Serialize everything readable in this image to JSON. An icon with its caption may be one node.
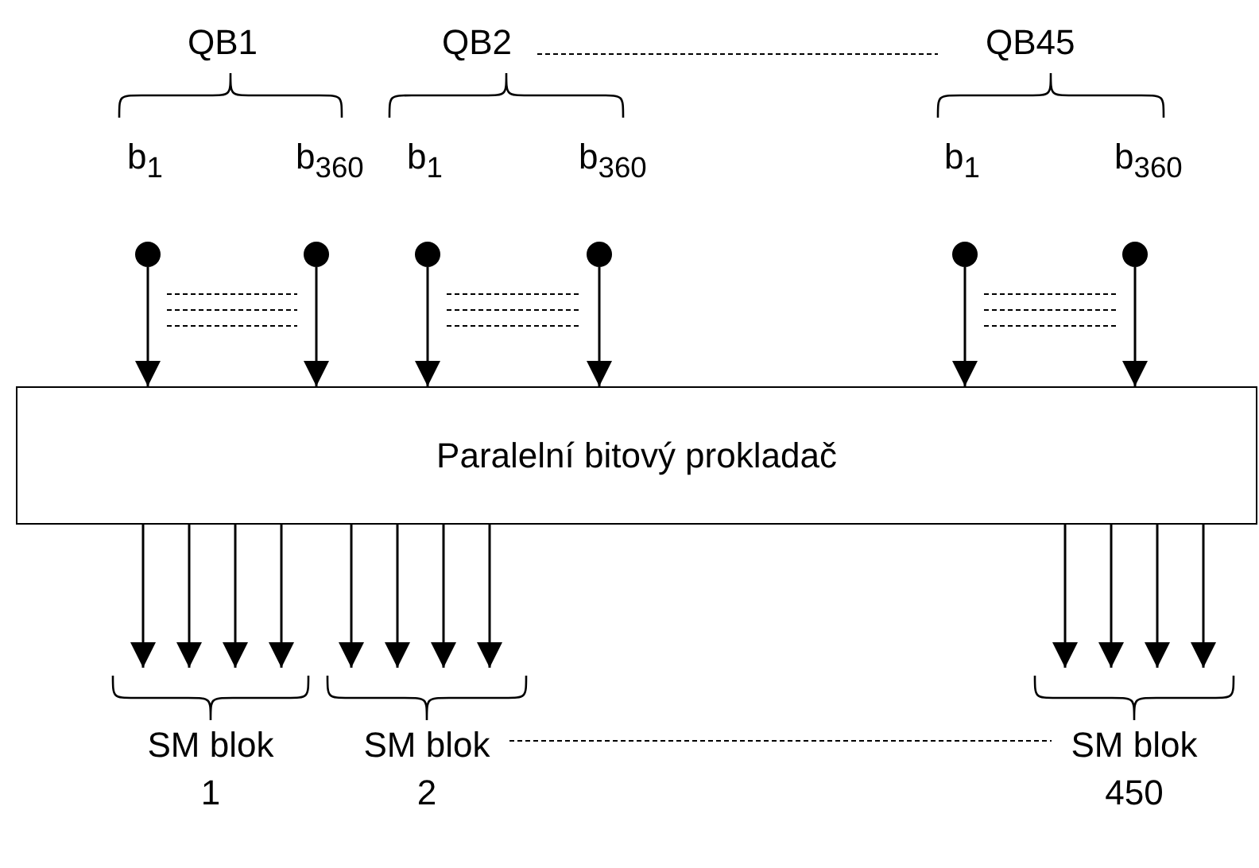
{
  "diagram": {
    "nodes": [
      {
        "text": [],
        "shape": "circle",
        "beside": [
          "b$_{1}$"
        ]
      },
      {
        "text": [],
        "shape": "circle",
        "beside": [
          "b$_{360}$"
        ]
      },
      {
        "text": [],
        "shape": "circle",
        "beside": [
          "b$_{1}$"
        ]
      },
      {
        "text": [],
        "shape": "circle",
        "beside": [
          "b$_{360}$"
        ]
      },
      {
        "text": [],
        "shape": "circle",
        "beside": [
          "b$_{1}$"
        ]
      },
      {
        "text": [],
        "shape": "circle",
        "beside": [
          "b$_{360}$"
        ]
      },
      {
        "text": [
          "Paralelní bitový prokladač"
        ]
      },
      {
        "text": [
          "SM blok 1"
        ]
      },
      {
        "text": [
          "SM blok 2"
        ]
      },
      {
        "text": [
          "SM blok 450"
        ]
      }
    ],
    "edges": [
      {
        "from": 0,
        "to": 6,
        "arrow": "to"
      },
      {
        "from": 1,
        "to": 6,
        "arrow": "to"
      },
      {
        "from": 2,
        "to": 6,
        "arrow": "to"
      },
      {
        "from": 3,
        "to": 6,
        "arrow": "to"
      },
      {
        "from": 4,
        "to": 6,
        "arrow": "to"
      },
      {
        "from": 5,
        "to": 6,
        "arrow": "to"
      },
      {
        "from": 6,
        "to": 7,
        "arrow": "to"
      },
      {
        "from": 6,
        "to": 7,
        "arrow": "to"
      },
      {
        "from": 6,
        "to": 7,
        "arrow": "to"
      },
      {
        "from": 6,
        "to": 7,
        "arrow": "to"
      },
      {
        "from": 6,
        "to": 8,
        "arrow": "to"
      },
      {
        "from": 6,
        "to": 8,
        "arrow": "to"
      },
      {
        "from": 6,
        "to": 8,
        "arrow": "to"
      },
      {
        "from": 6,
        "to": 8,
        "arrow": "to"
      },
      {
        "from": 6,
        "to": 9,
        "arrow": "to"
      },
      {
        "from": 6,
        "to": 9,
        "arrow": "to"
      },
      {
        "from": 6,
        "to": 9,
        "arrow": "to"
      },
      {
        "from": 6,
        "to": 9,
        "arrow": "to"
      },
      {
        "from": 8,
        "to": 9,
        "arrow": "none",
        "style": "dashed"
      }
    ],
    "labels": [
      "QB1",
      "QB2",
      "QB45"
    ]
  }
}
